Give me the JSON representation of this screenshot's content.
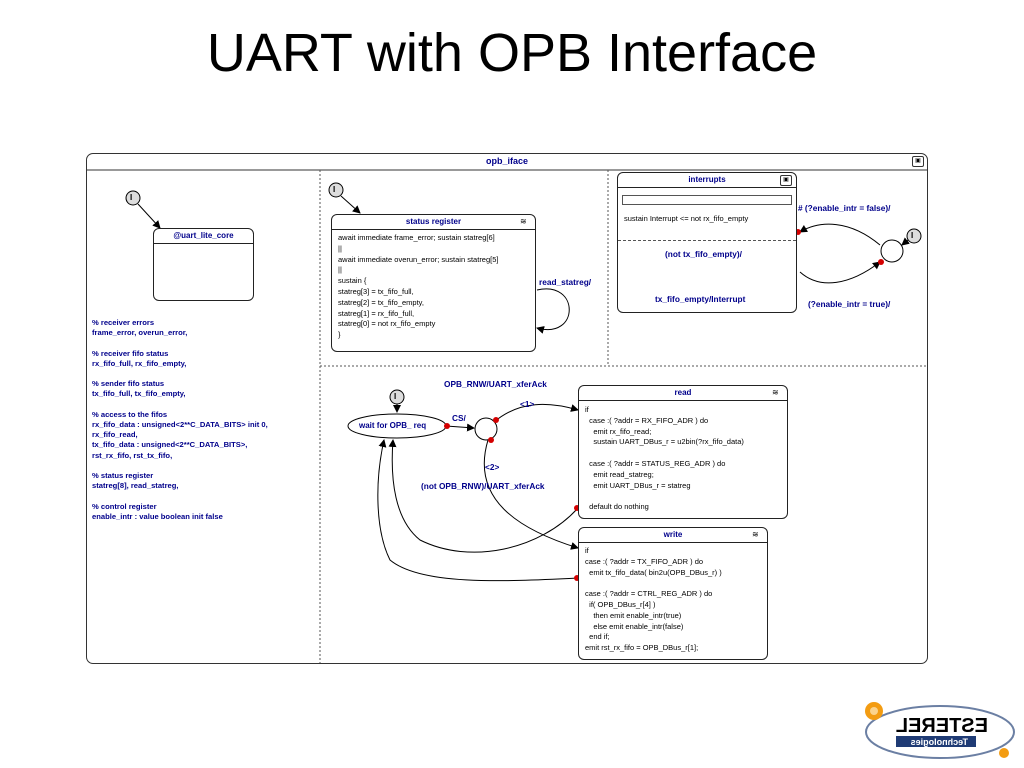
{
  "slide": {
    "title": "UART with OPB Interface"
  },
  "diagram": {
    "frame_title": "opb_iface",
    "initial_marker": "I",
    "core": {
      "title": "@uart_lite_core"
    },
    "variables": "% receiver errors\nframe_error, overun_error,\n\n% receiver fifo status\nrx_fifo_full, rx_fifo_empty,\n\n% sender fifo status\ntx_fifo_full, tx_fifo_empty,\n\n% access to the fifos\nrx_fifo_data : unsigned<2**C_DATA_BITS> init 0,\nrx_fifo_read,\ntx_fifo_data : unsigned<2**C_DATA_BITS>,\nrst_rx_fifo, rst_tx_fifo,\n\n% status register\nstatreg[8], read_statreg,\n\n% control register\nenable_intr : value boolean init false",
    "status_register": {
      "title": "status register",
      "body": "await immediate frame_error; sustain statreg[6]\n||\nawait immediate overun_error; sustain statreg[5]\n||\nsustain {\nstatreg[3] = tx_fifo_full,\nstatreg[2] = tx_fifo_empty,\nstatreg[1] = rx_fifo_full,\nstatreg[0] = not rx_fifo_empty\n}",
      "loop_label": "read_statreg/"
    },
    "interrupts": {
      "title": "interrupts",
      "body": "sustain Interrupt <= not rx_fifo_empty",
      "label_top": "(not tx_fifo_empty)/",
      "label_bottom": "tx_fifo_empty/Interrupt",
      "label_right_top": "# (?enable_intr = false)/",
      "label_right_bottom": "(?enable_intr = true)/"
    },
    "bus": {
      "wait_state": "wait for OPB_ req",
      "cs_label": "CS/",
      "label_top": "OPB_RNW/UART_xferAck",
      "label_bottom": "(not OPB_RNW)/UART_xferAck",
      "priority_1": "<1>",
      "priority_2": "<2>"
    },
    "read": {
      "title": "read",
      "body": "if\n  case :( ?addr = RX_FIFO_ADR ) do\n    emit rx_fifo_read;\n    sustain UART_DBus_r = u2bin(?rx_fifo_data)\n\n  case :( ?addr = STATUS_REG_ADR ) do\n    emit read_statreg;\n    emit UART_DBus_r = statreg\n\n  default do nothing"
    },
    "write": {
      "title": "write",
      "body": "if\ncase :( ?addr = TX_FIFO_ADR ) do\n  emit tx_fifo_data( bin2u(OPB_DBus_r) )\n\ncase :( ?addr = CTRL_REG_ADR ) do\n  if( OPB_DBus_r[4] )\n    then emit enable_intr(true)\n    else emit enable_intr(false)\n  end if;\nemit rst_rx_fifo = OPB_DBus_r[1];"
    }
  },
  "logo": {
    "name": "ESTEREL",
    "subtitle": "Technologies"
  },
  "colors": {
    "label": "#00008b",
    "dot": "#d40000",
    "line": "#000000"
  }
}
